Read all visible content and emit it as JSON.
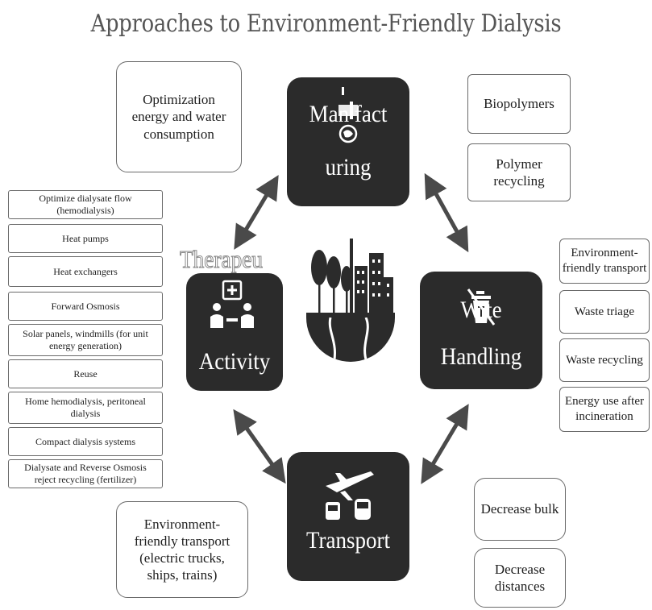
{
  "title": "Approaches to Environment-Friendly Dialysis",
  "hubs": {
    "manufacturing": {
      "line1": "Man fact",
      "line2": "uring",
      "icon": "factory-globe-icon"
    },
    "waste": {
      "line1": "W  te",
      "line2": "Handling",
      "icon": "recycle-bin-icon"
    },
    "transport": {
      "line1": "Transport",
      "icon": "plane-bus-train-icon"
    },
    "therapeutic": {
      "overlay": "Therapeu",
      "line1": "Activity",
      "icon": "doctor-patient-icon"
    }
  },
  "center_icon": "city-trees-earth-icon",
  "manufacturing_boxes": [
    "Optimization energy and water consumption",
    "Biopolymers",
    "Polymer recycling"
  ],
  "waste_boxes": [
    "Environment-friendly transport",
    "Waste triage",
    "Waste recycling",
    "Energy use after incineration"
  ],
  "transport_boxes": [
    "Environment-friendly transport (electric trucks, ships, trains)",
    "Decrease bulk",
    "Decrease distances"
  ],
  "therapy_boxes": [
    "Optimize dialysate flow (hemodialysis)",
    "Heat pumps",
    "Heat exchangers",
    "Forward Osmosis",
    "Solar panels, windmills (for unit energy generation)",
    "Reuse",
    "Home hemodialysis, peritoneal dialysis",
    "Compact dialysis systems",
    "Dialysate and Reverse Osmosis reject recycling (fertilizer)"
  ],
  "colors": {
    "hub": "#2b2b2b",
    "border": "#6a6a6a",
    "title": "#555555"
  }
}
